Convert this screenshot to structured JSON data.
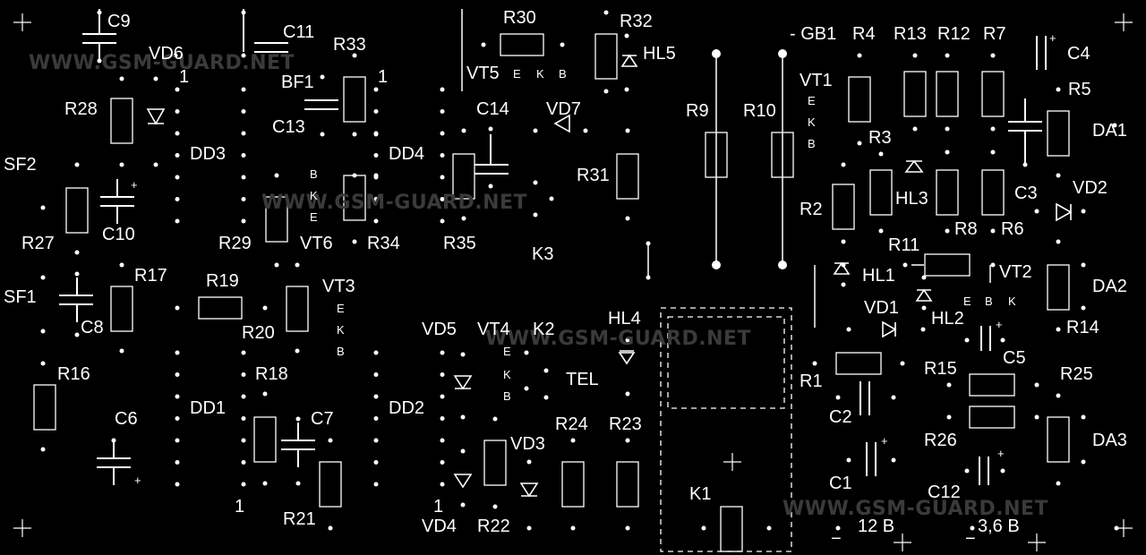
{
  "watermark": "WWW.GSM-GUARD.NET",
  "labels": {
    "C9": "C9",
    "VD6": "VD6",
    "C11": "C11",
    "BF1": "BF1",
    "R33": "R33",
    "C13": "C13",
    "R30": "R30",
    "VT5": "VT5",
    "R32": "R32",
    "HL5": "HL5",
    "C14": "C14",
    "VD7": "VD7",
    "DD3": "DD3",
    "DD4": "DD4",
    "R28": "R28",
    "R9": "R9",
    "R10": "R10",
    "R31": "R31",
    "GB1": "- GB1",
    "R4": "R4",
    "R13": "R13",
    "R12": "R12",
    "R7": "R7",
    "C4": "C4",
    "R5": "R5",
    "VT1": "VT1",
    "DA1": "DA1",
    "R3": "R3",
    "HL3": "HL3",
    "R8": "R8",
    "R6": "R6",
    "C3": "C3",
    "VD2": "VD2",
    "R2": "R2",
    "SF2": "SF2",
    "C10": "C10",
    "R27": "R27",
    "R29": "R29",
    "VT6": "VT6",
    "R34": "R34",
    "R35": "R35",
    "K3": "K3",
    "R11": "R11",
    "VT2": "VT2",
    "HL1": "HL1",
    "DA2": "DA2",
    "R17": "R17",
    "R19": "R19",
    "VT3": "VT3",
    "SF1": "SF1",
    "C8": "C8",
    "R20": "R20",
    "VD5": "VD5",
    "VT4": "VT4",
    "K2": "K2",
    "HL4": "HL4",
    "VD1": "VD1",
    "HL2": "HL2",
    "R14": "R14",
    "R16": "R16",
    "R18": "R18",
    "TEL": "TEL",
    "R1": "R1",
    "R15": "R15",
    "C5": "C5",
    "R25": "R25",
    "C6": "C6",
    "C7": "C7",
    "DD1": "DD1",
    "DD2": "DD2",
    "C2": "C2",
    "R24": "R24",
    "R23": "R23",
    "VD3": "VD3",
    "R26": "R26",
    "DA3": "DA3",
    "C1": "C1",
    "C12": "C12",
    "K1": "K1",
    "R21": "R21",
    "VD4": "VD4",
    "R22": "R22",
    "V12": "12 В",
    "V36": "3,6 В",
    "pin1": "1",
    "E": "E",
    "K": "K",
    "B": "B",
    "plus": "+",
    "minus": "−"
  },
  "colors": {
    "background": "#000000",
    "trace": "#ffffff",
    "watermark": "#3a3a3a"
  }
}
